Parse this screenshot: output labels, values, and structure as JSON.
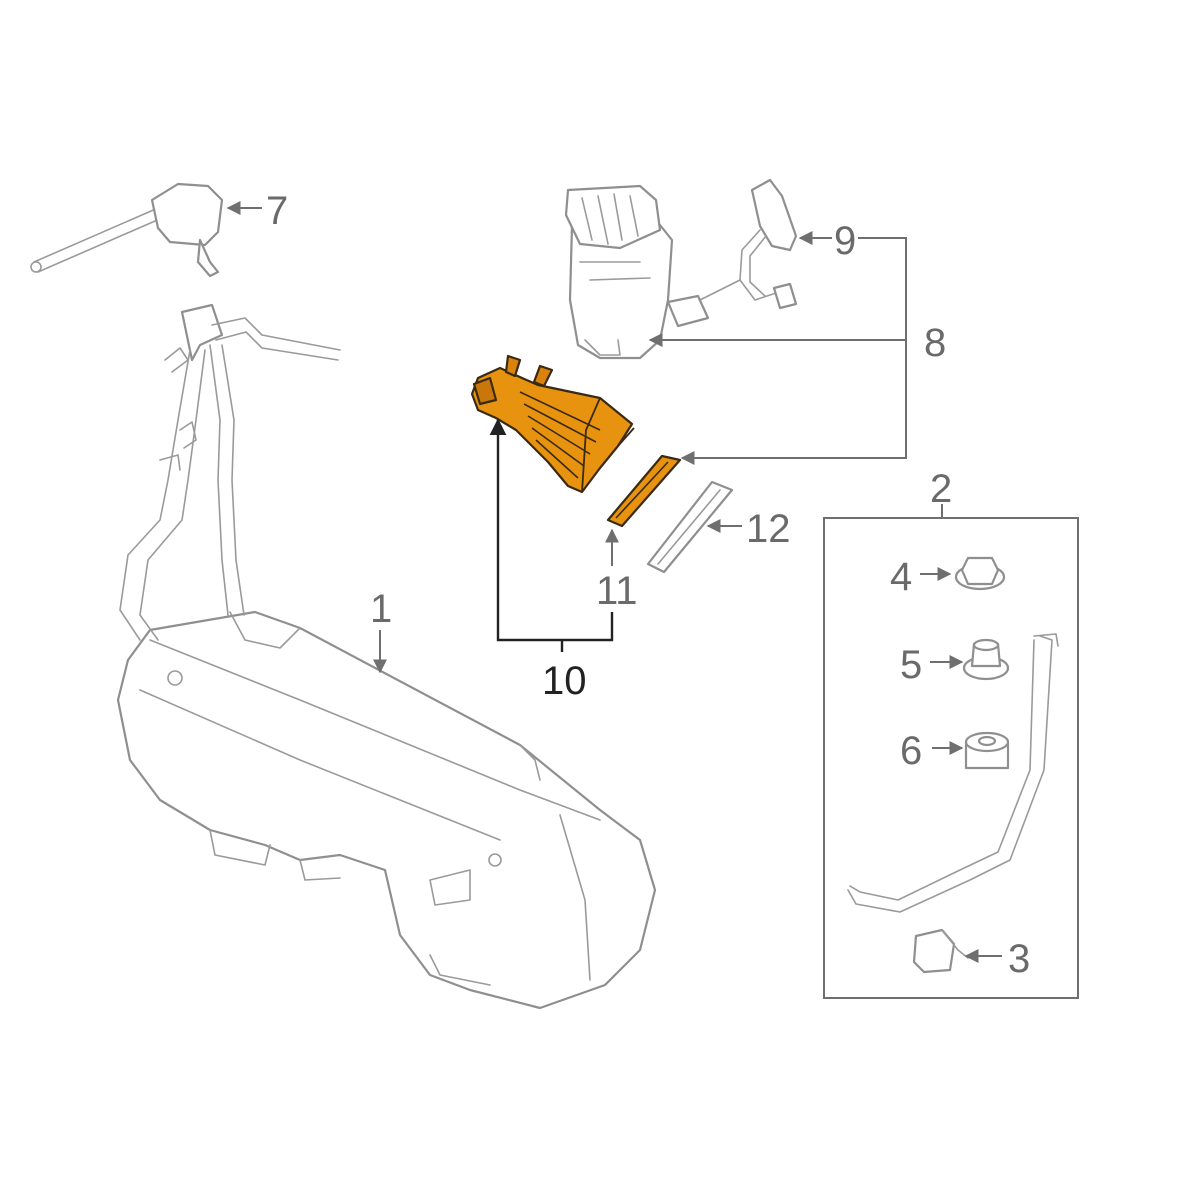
{
  "callouts": {
    "c1": "1",
    "c2": "2",
    "c3": "3",
    "c4": "4",
    "c5": "5",
    "c6": "6",
    "c7": "7",
    "c8": "8",
    "c9": "9",
    "c10": "10",
    "c11": "11",
    "c12": "12"
  },
  "colors": {
    "highlight": "#e8930f",
    "highlight_dark": "#c9770a",
    "line": "#8f8f8f"
  },
  "icons": {
    "fuel_tank": "fuel-tank-icon",
    "filler_pipe": "filler-pipe-icon",
    "vent_valve": "vent-valve-icon",
    "pump_module": "fuel-pump-module-icon",
    "level_sender": "level-sender-icon",
    "pump": "fuel-pump-icon",
    "seal_ring": "seal-ring-icon",
    "lock_ring": "lock-ring-icon",
    "strap": "tank-strap-icon",
    "nut": "nut-icon",
    "bushing": "bushing-icon",
    "insulator": "insulator-icon",
    "clip": "clip-icon"
  }
}
